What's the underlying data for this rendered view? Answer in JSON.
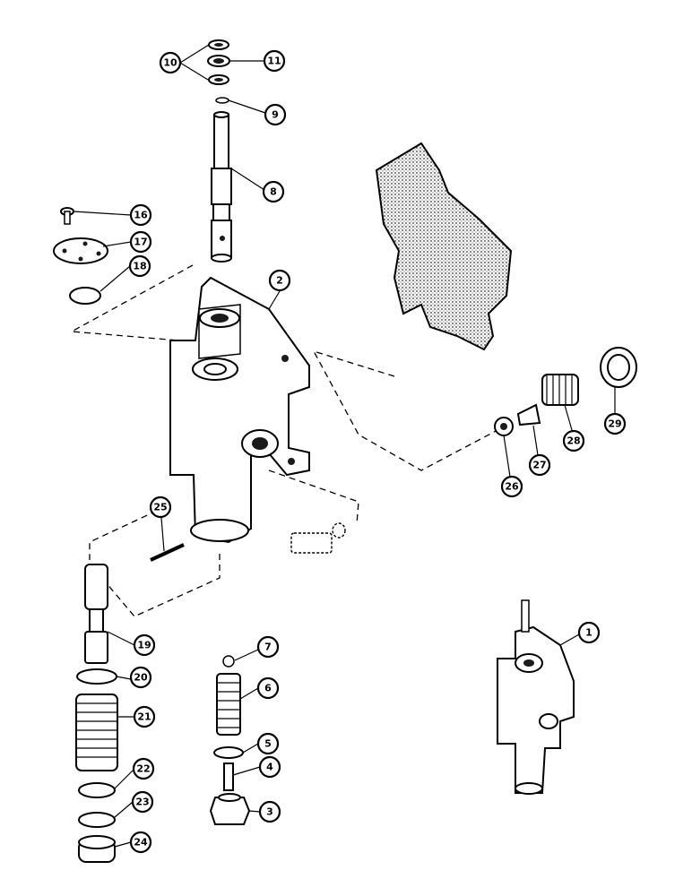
{
  "diagram": {
    "callouts": [
      {
        "id": "c10",
        "label": "10"
      },
      {
        "id": "c11",
        "label": "11"
      },
      {
        "id": "c9",
        "label": "9"
      },
      {
        "id": "c8",
        "label": "8"
      },
      {
        "id": "c16",
        "label": "16"
      },
      {
        "id": "c17",
        "label": "17"
      },
      {
        "id": "c18",
        "label": "18"
      },
      {
        "id": "c2",
        "label": "2"
      },
      {
        "id": "c29",
        "label": "29"
      },
      {
        "id": "c28",
        "label": "28"
      },
      {
        "id": "c27",
        "label": "27"
      },
      {
        "id": "c26",
        "label": "26"
      },
      {
        "id": "c25",
        "label": "25"
      },
      {
        "id": "c19",
        "label": "19"
      },
      {
        "id": "c20",
        "label": "20"
      },
      {
        "id": "c21",
        "label": "21"
      },
      {
        "id": "c22",
        "label": "22"
      },
      {
        "id": "c23",
        "label": "23"
      },
      {
        "id": "c24",
        "label": "24"
      },
      {
        "id": "c7",
        "label": "7"
      },
      {
        "id": "c6",
        "label": "6"
      },
      {
        "id": "c5",
        "label": "5"
      },
      {
        "id": "c4",
        "label": "4"
      },
      {
        "id": "c3",
        "label": "3"
      },
      {
        "id": "c1",
        "label": "1"
      }
    ]
  }
}
